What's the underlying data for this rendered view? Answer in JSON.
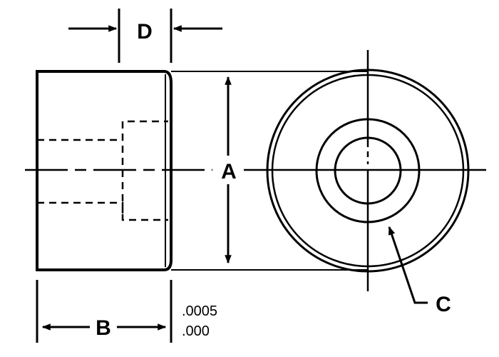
{
  "dimensions": {
    "A": "A",
    "B": "B",
    "C": "C",
    "D": "D"
  },
  "tolerance": {
    "upper": ".0005",
    "lower": ".000"
  }
}
